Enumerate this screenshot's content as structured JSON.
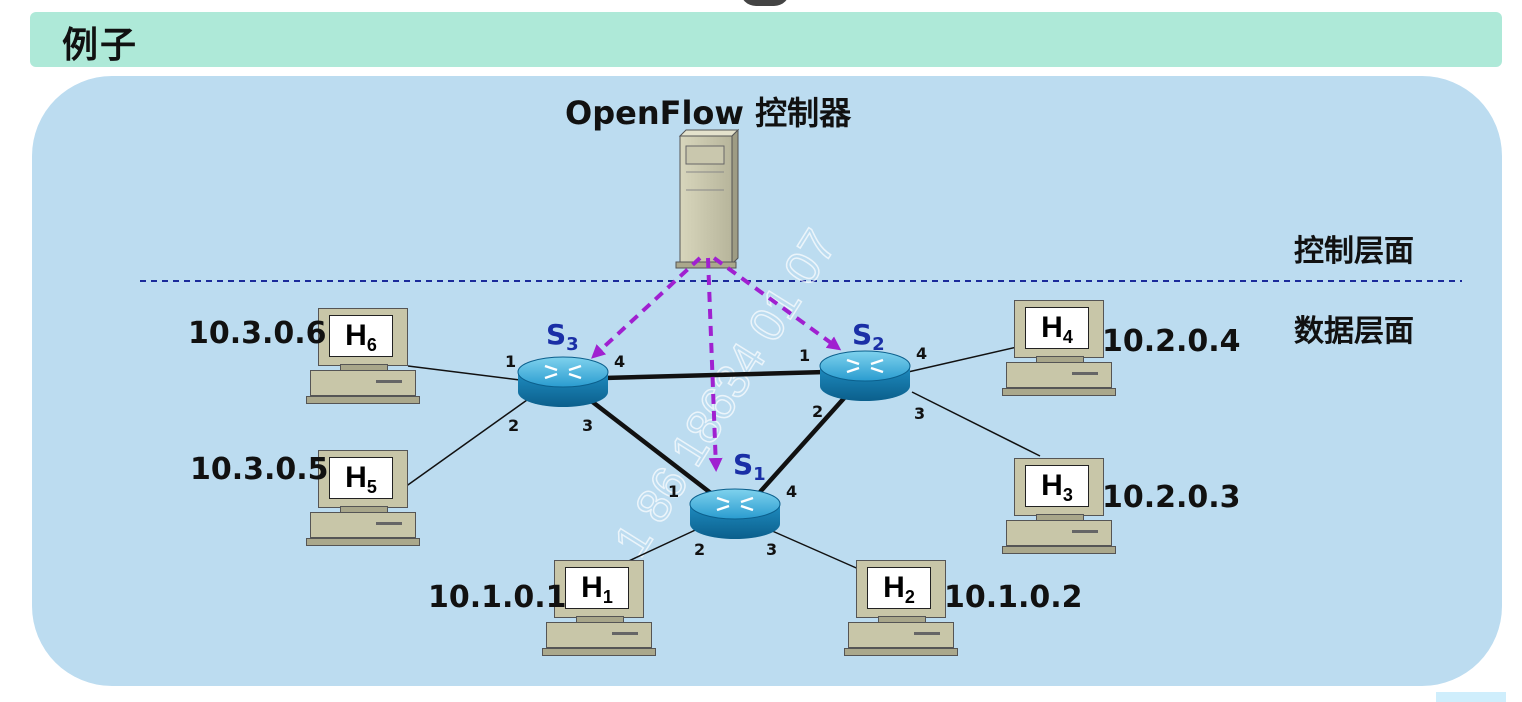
{
  "page": {
    "title": "例子"
  },
  "controller": {
    "label": "OpenFlow 控制器"
  },
  "planes": {
    "control": "控制层面",
    "data": "数据层面"
  },
  "switches": {
    "s1": {
      "letter": "S",
      "sub": "1"
    },
    "s2": {
      "letter": "S",
      "sub": "2"
    },
    "s3": {
      "letter": "S",
      "sub": "3"
    }
  },
  "hosts": {
    "h1": {
      "letter": "H",
      "sub": "1",
      "ip": "10.1.0.1"
    },
    "h2": {
      "letter": "H",
      "sub": "2",
      "ip": "10.1.0.2"
    },
    "h3": {
      "letter": "H",
      "sub": "3",
      "ip": "10.2.0.3"
    },
    "h4": {
      "letter": "H",
      "sub": "4",
      "ip": "10.2.0.4"
    },
    "h5": {
      "letter": "H",
      "sub": "5",
      "ip": "10.3.0.5"
    },
    "h6": {
      "letter": "H",
      "sub": "6",
      "ip": "10.3.0.6"
    }
  },
  "ports": {
    "s3_1": "1",
    "s3_2": "2",
    "s3_3": "3",
    "s3_4": "4",
    "s2_1": "1",
    "s2_2": "2",
    "s2_3": "3",
    "s2_4": "4",
    "s1_1": "1",
    "s1_2": "2",
    "s1_3": "3",
    "s1_4": "4"
  },
  "watermark": "1 86 18634 01 07",
  "colors": {
    "panel": "#bcdcf0",
    "title_bar": "#aee9d8",
    "control_arrows": "#a020d0",
    "switch_label": "#1a2fa6",
    "divider": "#1a2a9a"
  }
}
